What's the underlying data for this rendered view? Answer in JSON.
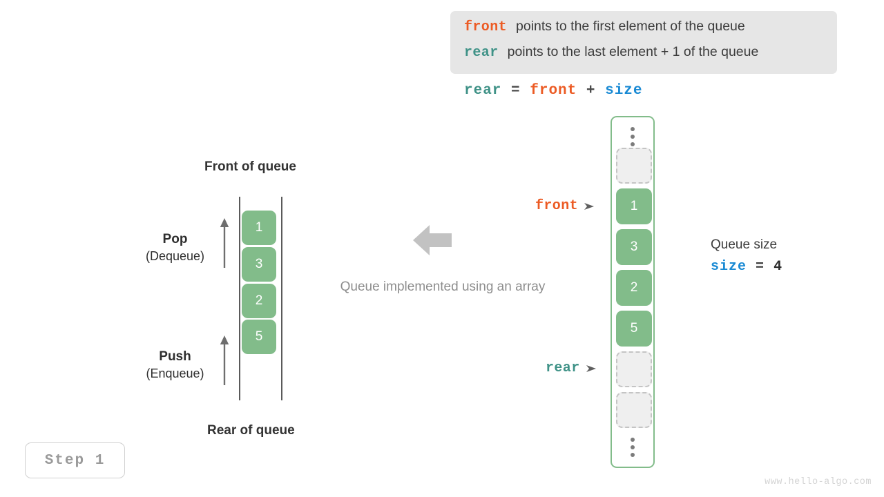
{
  "legend": {
    "rows": [
      {
        "key": "front",
        "text": "points to the first element of the queue",
        "color": "#ec5b24"
      },
      {
        "key": "rear",
        "text": "points to the last element + 1 of the queue",
        "color": "#3f9287"
      }
    ]
  },
  "formula": {
    "lhs": "rear",
    "eq": "=",
    "rhs1": "front",
    "plus": "+",
    "rhs2": "size"
  },
  "conceptual_queue": {
    "top_label": "Front of queue",
    "bottom_label": "Rear of queue",
    "pop": {
      "main": "Pop",
      "sub": "(Dequeue)"
    },
    "push": {
      "main": "Push",
      "sub": "(Enqueue)"
    },
    "cells": [
      "1",
      "3",
      "2",
      "5"
    ]
  },
  "center": {
    "caption": "Queue implemented using an array"
  },
  "array": {
    "top_ellipsis": "⋮",
    "bottom_ellipsis": "⋮",
    "slots": [
      {
        "value": "",
        "state": "empty"
      },
      {
        "value": "1",
        "state": "filled"
      },
      {
        "value": "3",
        "state": "filled"
      },
      {
        "value": "2",
        "state": "filled"
      },
      {
        "value": "5",
        "state": "filled"
      },
      {
        "value": "",
        "state": "empty"
      },
      {
        "value": "",
        "state": "empty"
      }
    ],
    "pointers": {
      "front": "front",
      "rear": "rear"
    }
  },
  "size_annotation": {
    "title": "Queue size",
    "key": "size",
    "op": "=",
    "value": "4"
  },
  "step_badge": "Step 1",
  "watermark": "www.hello-algo.com",
  "colors": {
    "green": "#82bc8a",
    "front": "#ec5b24",
    "rear": "#3f9287",
    "size": "#1a8ad4",
    "legend_bg": "#e6e6e6",
    "empty_cell": "#efefef",
    "gray_text": "#8d8d8d"
  }
}
